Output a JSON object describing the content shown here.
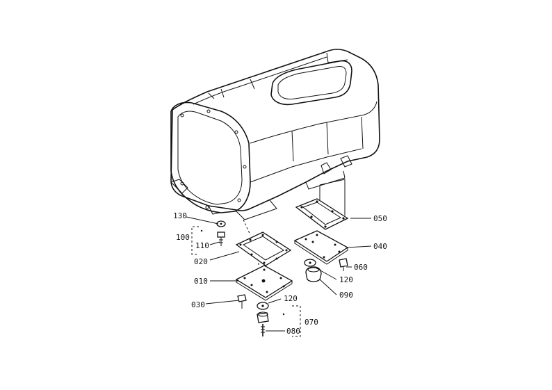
{
  "parts": [
    {
      "id": "p010",
      "label": "010"
    },
    {
      "id": "p020",
      "label": "020"
    },
    {
      "id": "p030",
      "label": "030"
    },
    {
      "id": "p040",
      "label": "040"
    },
    {
      "id": "p050",
      "label": "050"
    },
    {
      "id": "p060",
      "label": "060"
    },
    {
      "id": "p070",
      "label": "070"
    },
    {
      "id": "p080",
      "label": "080"
    },
    {
      "id": "p090",
      "label": "090"
    },
    {
      "id": "p100",
      "label": "100"
    },
    {
      "id": "p110",
      "label": "110"
    },
    {
      "id": "p120a",
      "label": "120"
    },
    {
      "id": "p120b",
      "label": "120"
    },
    {
      "id": "p130",
      "label": "130"
    }
  ]
}
